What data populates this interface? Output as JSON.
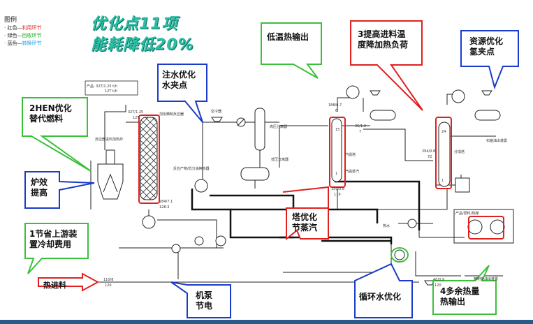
{
  "legend": {
    "title": "图例",
    "items": [
      {
        "prefix": "· 红色—",
        "text": "利用环节",
        "color": "#e02020"
      },
      {
        "prefix": "· 绿色—",
        "text": "回收环节",
        "color": "#18a818"
      },
      {
        "prefix": "· 蓝色—",
        "text": "转换环节",
        "color": "#1aa0e0"
      }
    ]
  },
  "headline": {
    "line1": "优化点11项",
    "line2": "能耗降低20%"
  },
  "callouts": {
    "hen_fuel": [
      "2HEN优化",
      "替代燃料"
    ],
    "furnace": [
      "炉效",
      "提高"
    ],
    "upstream": [
      "1节省上游装",
      "置冷却费用"
    ],
    "water_injection": [
      "注水优化",
      "水夹点"
    ],
    "low_temp_heat": [
      "低温热输出"
    ],
    "feed_temp": [
      "3提高进料温",
      "度降加热负荷"
    ],
    "hydrogen": [
      "资源优化",
      "氢夹点"
    ],
    "tower_opt": [
      "塔优化",
      "节蒸汽"
    ],
    "pump": [
      "机泵",
      "节电"
    ],
    "circ_water": [
      "循环水优化"
    ],
    "waste_heat": [
      "4多余热量",
      "热输出"
    ]
  },
  "heat_feed": "热进料",
  "labels": {
    "furnace": "反应器进料加热炉",
    "reactor": "加氢精制反应器",
    "feed_exch": "反应产物/低分油换热器",
    "hp_sep": "高压分离器",
    "lp_sep": "低压分离器",
    "stripper": "汽提塔",
    "fractionator": "分馏塔",
    "naphtha": "石脑油出装置",
    "steam": "汽提蒸汽",
    "air_cooler": "空冷器",
    "product_box": "产品/原料/热媒",
    "hot_water": "热水",
    "diesel_out": "精制柴油出装置",
    "box_row1": "产品: 32T/1.25 t/h",
    "box_row2": "12T       t/h"
  },
  "stream_values": {
    "v1": "32T/1.25",
    "v2": "12T",
    "v3": "284/7.1",
    "v4": "128.3",
    "v5": "188/0.7",
    "v6": "6",
    "v7": "36/1.0",
    "v8": "7",
    "v9": "15",
    "v10": "1",
    "v11": "24",
    "v12": "1",
    "v13": "294/0.8",
    "v14": "72",
    "v15": "150/0.8",
    "v16": "119",
    "v17": "110/8",
    "v18": "120",
    "v19": "40/0.9",
    "v20": "120"
  },
  "colors": {
    "red": "#e02020",
    "green": "#3cc03c",
    "blue": "#1a3cc8",
    "teal": "#2bc0a6",
    "line": "#222222"
  }
}
